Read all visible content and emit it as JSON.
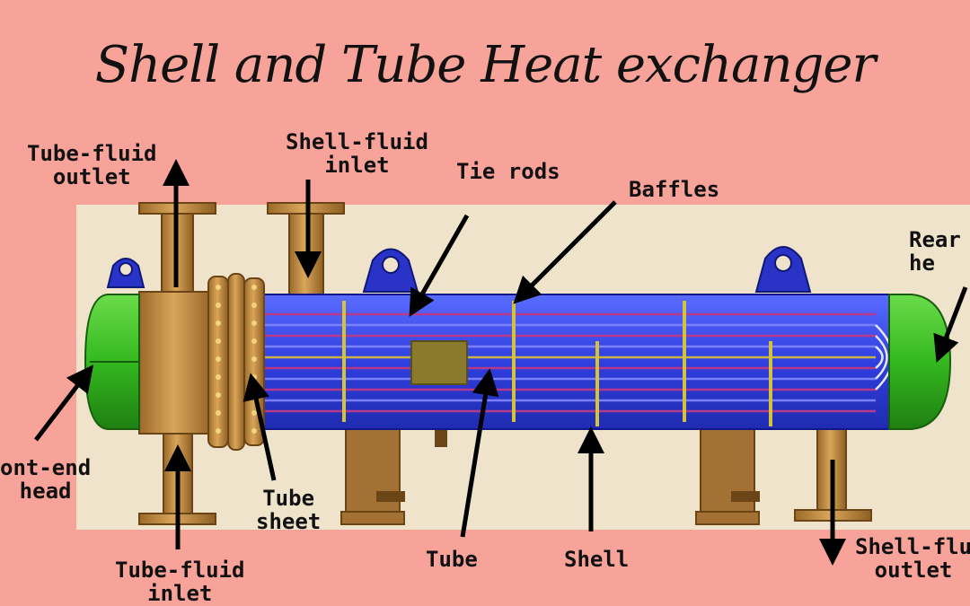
{
  "title": "Shell and Tube Heat exchanger",
  "labels": {
    "tube_fluid_outlet": "Tube-fluid\noutlet",
    "shell_fluid_inlet": "Shell-fluid\ninlet",
    "tie_rods": "Tie rods",
    "baffles": "Baffles",
    "rear_head": "Rear\nhe",
    "front_end_head": "ont-end\nhead",
    "tube_sheet": "Tube\nsheet",
    "tube": "Tube",
    "shell": "Shell",
    "tube_fluid_inlet": "Tube-fluid\ninlet",
    "shell_fluid_outlet": "Shell-flu\noutlet"
  },
  "colors": {
    "background": "#f7a39a",
    "panel": "#efe3cb",
    "shell_blue": "#2f3fe0",
    "head_green": "#34b81f",
    "bronze": "#c08a3a",
    "arrow": "#000000"
  }
}
